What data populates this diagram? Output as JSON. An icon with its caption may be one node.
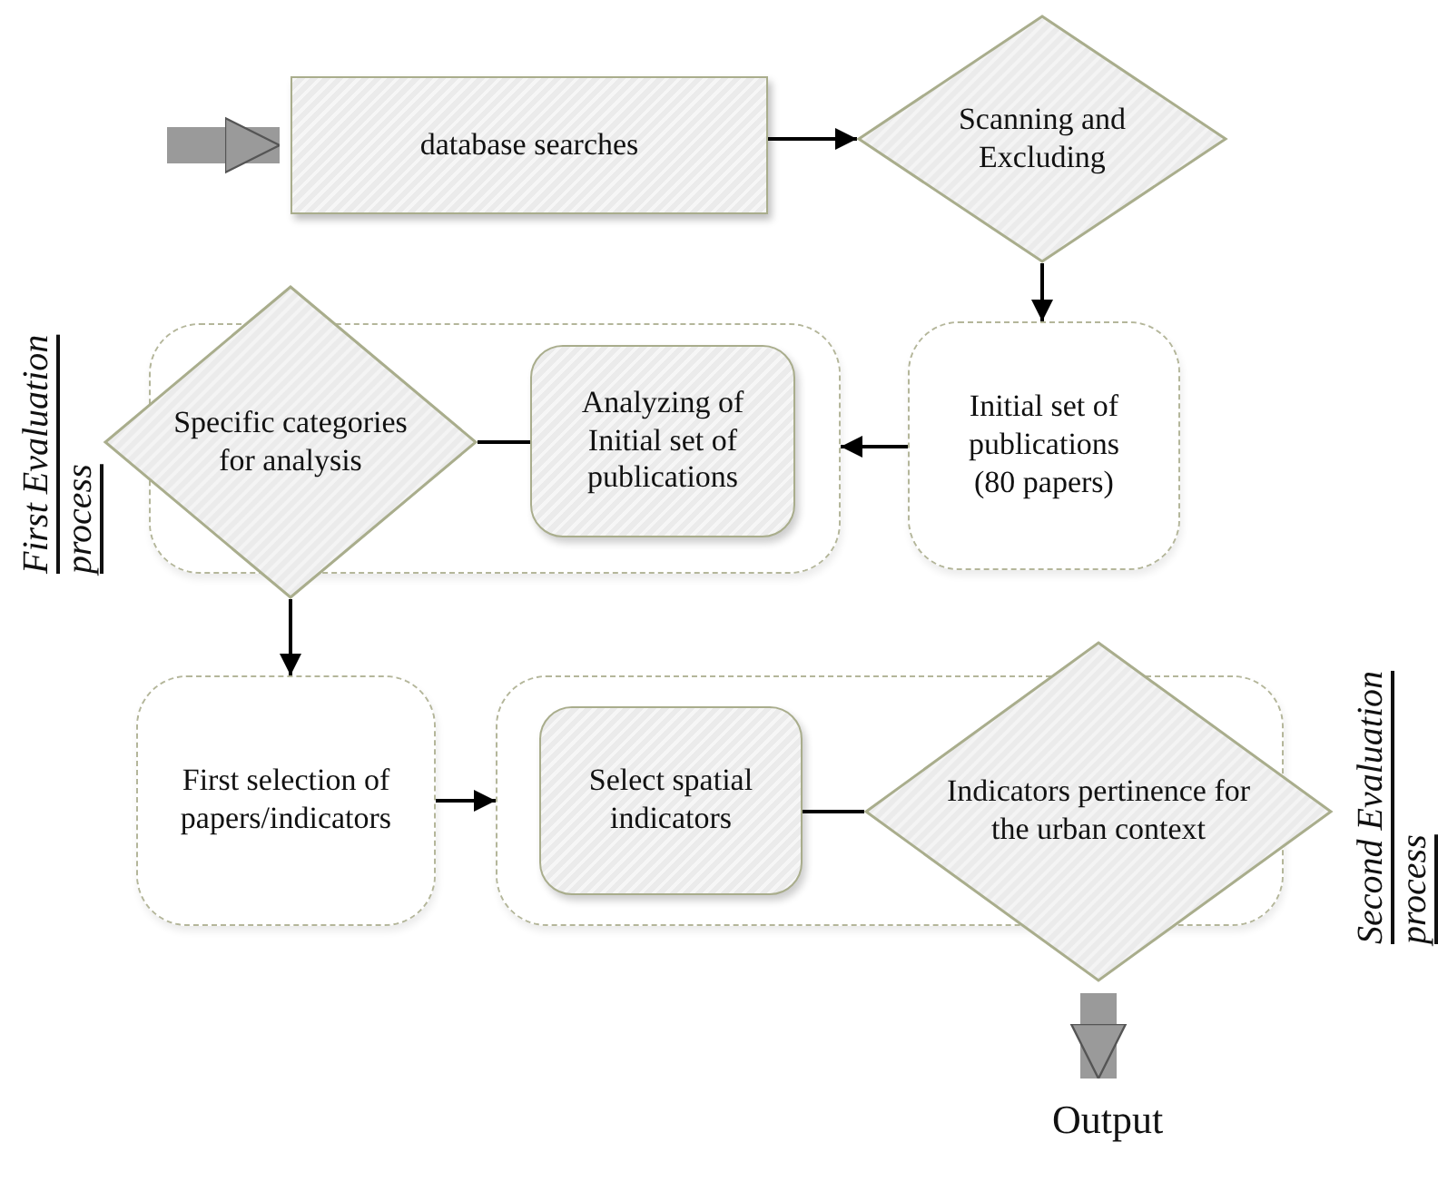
{
  "diagram": {
    "nodes": [
      {
        "text": [
          "database searches"
        ]
      },
      {
        "text": [
          "Scanning and Excluding"
        ]
      },
      {
        "text": [
          "Initial set of publications (80 papers)"
        ]
      },
      {
        "text": [
          "First Evaluation process"
        ]
      },
      {
        "text": [
          "Specific categories for analysis"
        ]
      },
      {
        "text": [
          "Analyzing of Initial set of publications"
        ],
        "in": 3
      },
      {
        "text": [
          "First selection of papers/indicators"
        ]
      },
      {
        "text": [
          "Second Evaluation process"
        ]
      },
      {
        "text": [
          "Select spatial indicators"
        ],
        "in": 7
      },
      {
        "text": [
          "Indicators pertinence for the urban context"
        ]
      },
      {
        "text": [
          "Output"
        ]
      }
    ],
    "edges": [
      {
        "from": null,
        "to": 0,
        "arrow": "to",
        "style": "thick",
        "color": "#9a9a9a"
      },
      {
        "from": 0,
        "to": 1,
        "arrow": "to"
      },
      {
        "from": 1,
        "to": 2,
        "arrow": "to"
      },
      {
        "from": 2,
        "to": 3,
        "arrow": "to"
      },
      {
        "from": 5,
        "to": 4,
        "arrow": "none"
      },
      {
        "from": 4,
        "to": 6,
        "arrow": "to"
      },
      {
        "from": 6,
        "to": 7,
        "arrow": "to"
      },
      {
        "from": 8,
        "to": 9,
        "arrow": "none"
      },
      {
        "from": 9,
        "to": 10,
        "arrow": "to",
        "style": "thick",
        "color": "#9a9a9a"
      }
    ]
  }
}
